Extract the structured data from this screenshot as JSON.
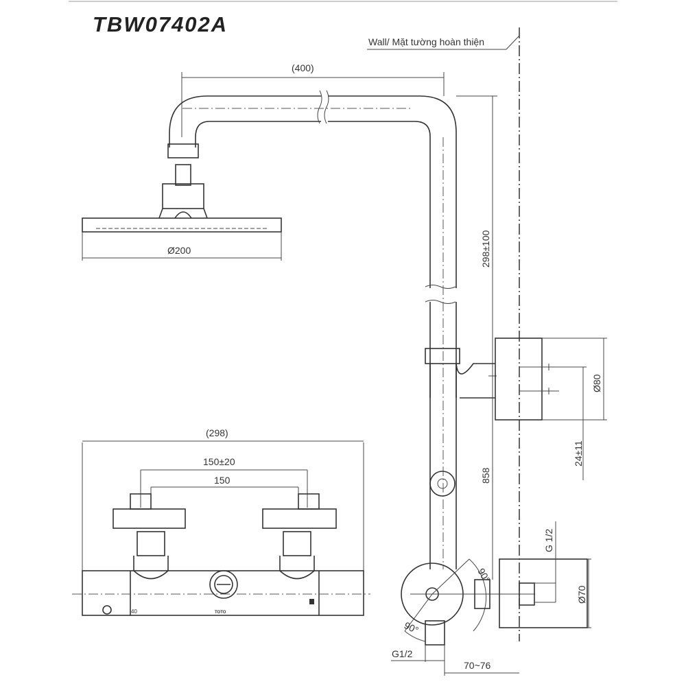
{
  "title": "TBW07402A",
  "wall_label": "Wall/ Mặt tường hoàn thiện",
  "dimensions": {
    "arm_length": "(400)",
    "head_diameter": "Ø200",
    "height_adjust": "298±100",
    "bracket_diameter": "Ø80",
    "bracket_offset": "24±11",
    "riser_height": "858",
    "inlet_thread_side": "G 1/2",
    "flange_diameter": "Ø70",
    "outlet_thread": "G1/2",
    "wall_projection": "70~76",
    "angle_top": "90°",
    "angle_bottom": "90°",
    "body_width": "(298)",
    "inlet_spacing_adjust": "150±20",
    "inlet_spacing": "150"
  },
  "valve_markings": {
    "temperature": "40",
    "brand": "TOTO"
  }
}
